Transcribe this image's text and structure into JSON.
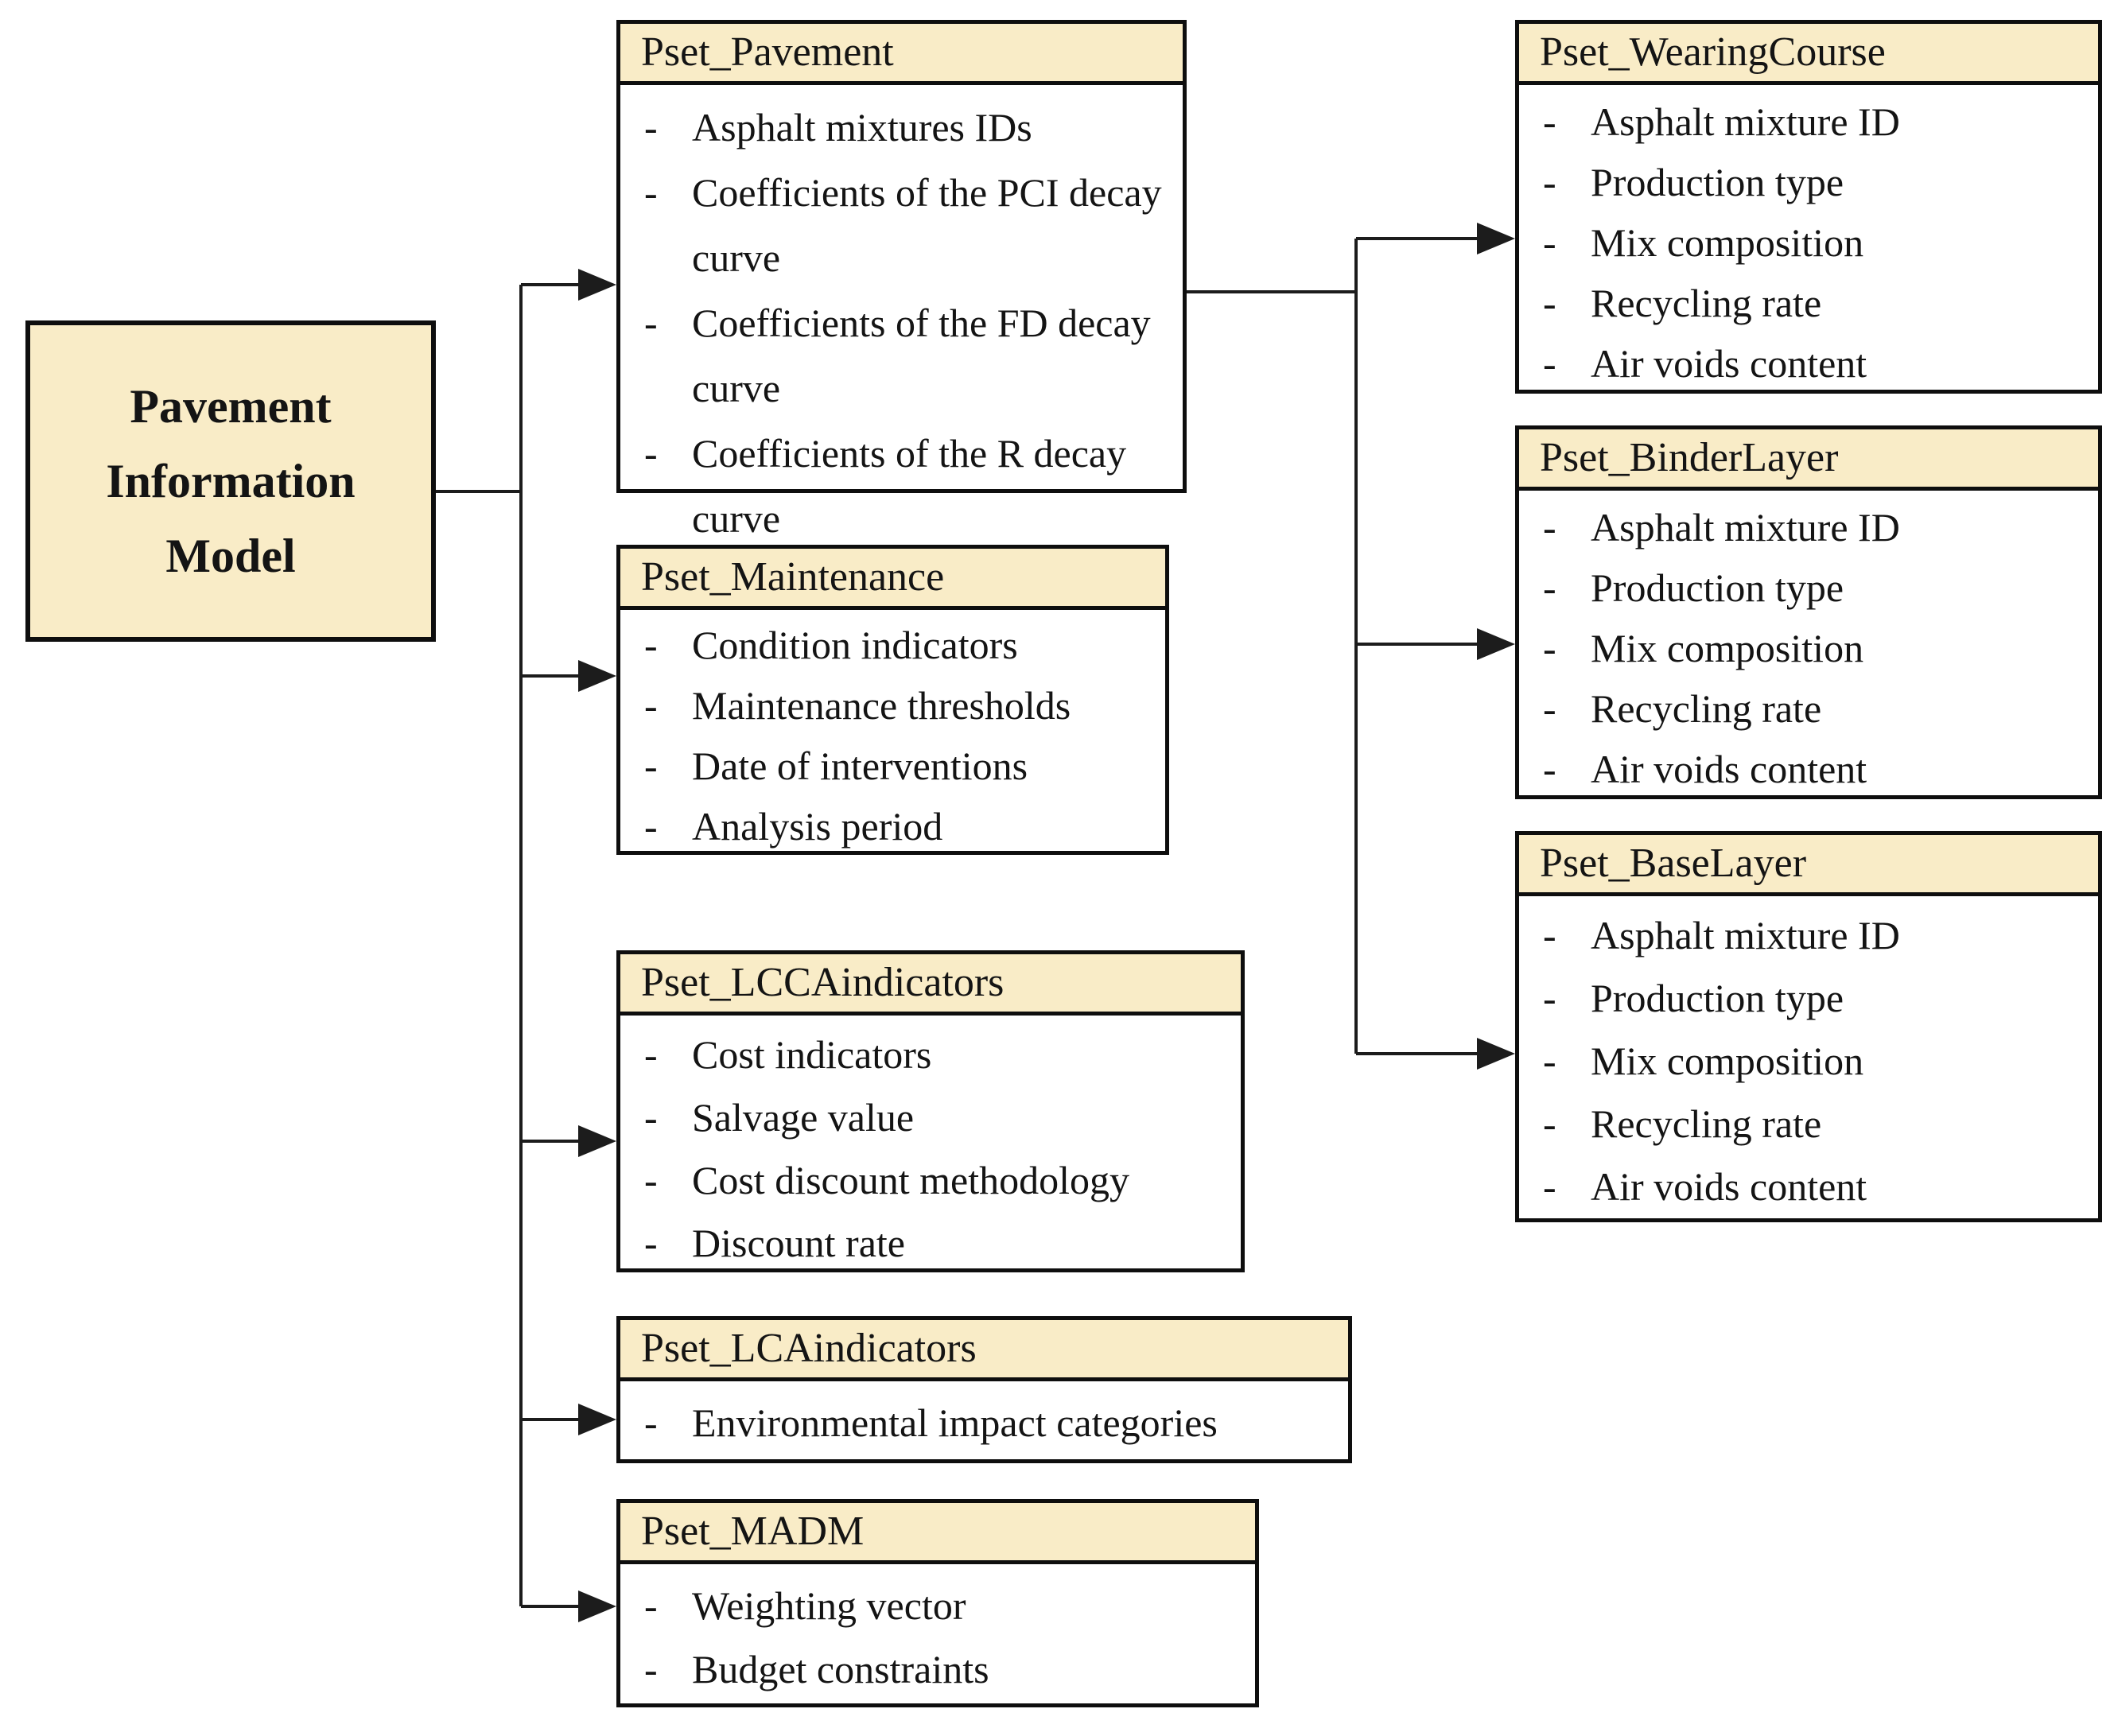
{
  "diagram": {
    "root": {
      "title": "Pavement Information Model"
    },
    "psets": [
      {
        "title": "Pset_Pavement",
        "items": [
          "Asphalt mixtures IDs",
          "Coefficients of the PCI decay curve",
          "Coefficients of the FD decay curve",
          "Coefficients of the R decay curve"
        ]
      },
      {
        "title": "Pset_Maintenance",
        "items": [
          "Condition indicators",
          "Maintenance thresholds",
          "Date of interventions",
          "Analysis period"
        ]
      },
      {
        "title": "Pset_LCCAindicators",
        "items": [
          "Cost indicators",
          "Salvage value",
          "Cost discount methodology",
          "Discount rate"
        ]
      },
      {
        "title": "Pset_LCAindicators",
        "items": [
          "Environmental impact categories"
        ]
      },
      {
        "title": "Pset_MADM",
        "items": [
          "Weighting vector",
          "Budget constraints"
        ]
      }
    ],
    "layer_psets": [
      {
        "title": "Pset_WearingCourse",
        "items": [
          "Asphalt mixture ID",
          "Production type",
          "Mix composition",
          "Recycling rate",
          "Air voids content"
        ]
      },
      {
        "title": "Pset_BinderLayer",
        "items": [
          "Asphalt mixture ID",
          "Production type",
          "Mix composition",
          "Recycling rate",
          "Air voids content"
        ]
      },
      {
        "title": "Pset_BaseLayer",
        "items": [
          "Asphalt mixture ID",
          "Production type",
          "Mix composition",
          "Recycling rate",
          "Air voids content"
        ]
      }
    ],
    "connections": [
      {
        "from": "Pavement Information Model",
        "to": "Pset_Pavement"
      },
      {
        "from": "Pavement Information Model",
        "to": "Pset_Maintenance"
      },
      {
        "from": "Pavement Information Model",
        "to": "Pset_LCCAindicators"
      },
      {
        "from": "Pavement Information Model",
        "to": "Pset_LCAindicators"
      },
      {
        "from": "Pavement Information Model",
        "to": "Pset_MADM"
      },
      {
        "from": "Pset_Pavement",
        "to": "Pset_WearingCourse"
      },
      {
        "from": "Pset_Pavement",
        "to": "Pset_BinderLayer"
      },
      {
        "from": "Pset_Pavement",
        "to": "Pset_BaseLayer"
      }
    ]
  },
  "ui": {
    "bullet": "-"
  },
  "colors": {
    "header_fill": "#f9ecc7",
    "box_border": "#0e0e0e",
    "connector": "#1c1c1c",
    "body_fill": "#ffffff",
    "text": "#141414"
  }
}
